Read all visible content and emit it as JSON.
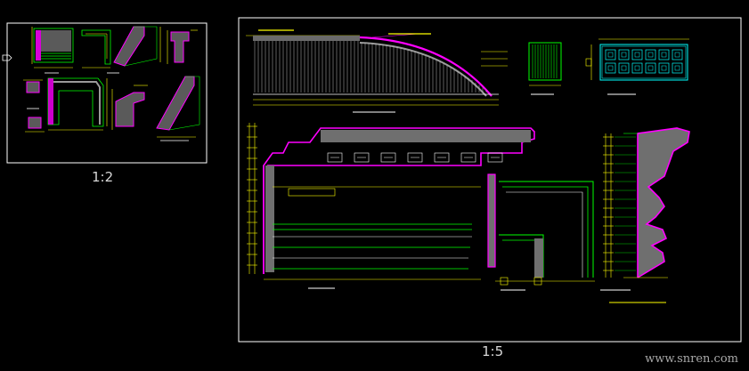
{
  "sheets": [
    {
      "id": "sheet-small",
      "scale_label": "1:2"
    },
    {
      "id": "sheet-large",
      "scale_label": "1:5"
    }
  ],
  "watermark": "www.snren.com",
  "colors": {
    "background": "#000000",
    "frame": "#ffffff",
    "profile": "#ff00ff",
    "dim_yellow": "#ffff00",
    "line_green": "#00ff00",
    "cyan": "#00ffff",
    "white": "#ffffff",
    "gray": "#9a9a9a"
  }
}
